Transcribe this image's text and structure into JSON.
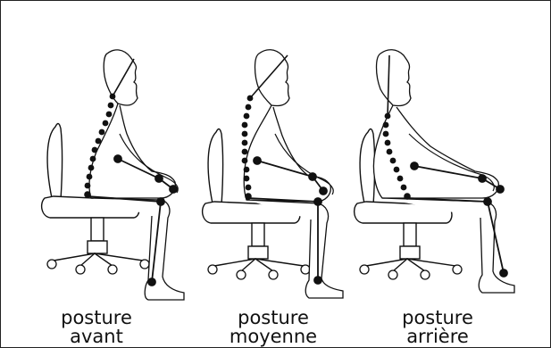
{
  "captions": [
    {
      "line1": "posture",
      "line2": "avant"
    },
    {
      "line1": "posture",
      "line2": "moyenne"
    },
    {
      "line1": "posture",
      "line2": "arrière"
    }
  ]
}
